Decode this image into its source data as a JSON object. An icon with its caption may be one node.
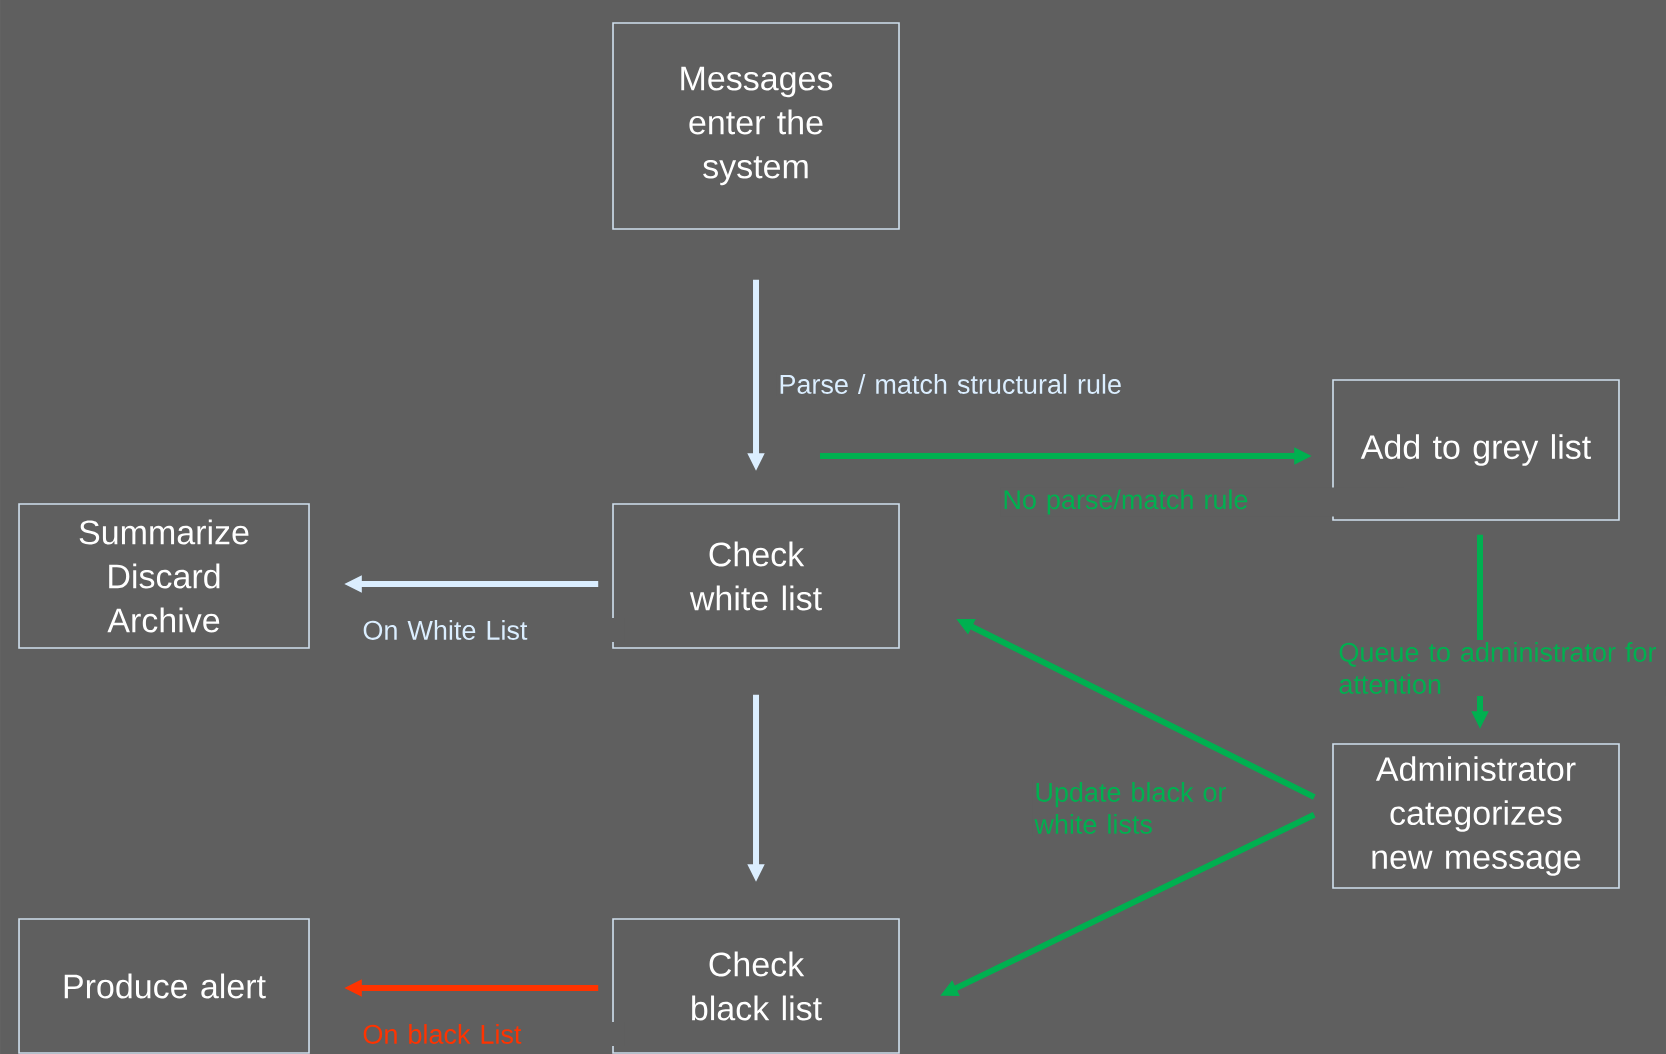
{
  "diagram": {
    "nodes": [
      {
        "text": [
          "Messages enter the system"
        ]
      },
      {
        "text": [
          "Add to grey list"
        ]
      },
      {
        "text": [
          "Summarize Discard Archive"
        ]
      },
      {
        "text": [
          "Check white list"
        ]
      },
      {
        "text": [
          "Administrator categorizes new message"
        ]
      },
      {
        "text": [
          "Produce alert"
        ]
      },
      {
        "text": [
          "Check black list"
        ]
      }
    ],
    "edges": [
      {
        "from": 0,
        "to": 3,
        "arrow": "to",
        "label": "Parse / match structural rule",
        "color": "#dbeeff"
      },
      {
        "from": null,
        "to": 1,
        "arrow": "to",
        "label": "No parse/match rule",
        "color": "#00b050"
      },
      {
        "from": 1,
        "to": 4,
        "arrow": "to",
        "label": "Queue to administrator for attention",
        "color": "#00b050"
      },
      {
        "from": 3,
        "to": 2,
        "arrow": "to",
        "label": "On White List",
        "color": "#dbeeff"
      },
      {
        "from": 3,
        "to": 6,
        "arrow": "to",
        "color": "#dbeeff"
      },
      {
        "from": 4,
        "to": 3,
        "arrow": "to",
        "label": "Update black or white lists",
        "color": "#00b050"
      },
      {
        "from": 4,
        "to": 6,
        "arrow": "to",
        "color": "#00b050"
      },
      {
        "from": 6,
        "to": 5,
        "arrow": "to",
        "label": "On black List",
        "color": "#ff3300"
      }
    ]
  }
}
